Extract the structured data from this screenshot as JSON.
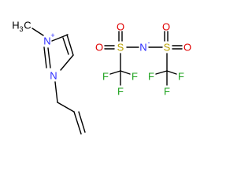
{
  "molecule": {
    "cation_label": "",
    "anion_label": ""
  },
  "atoms": {
    "methyl_h": "H",
    "methyl_h_sub": "3",
    "methyl_c": "C",
    "n_plus": "N",
    "n_plus_charge": "+",
    "n_ring": "N",
    "s_left": "S",
    "s_right": "S",
    "n_minus": "N",
    "n_minus_charge": "-",
    "o_left_top": "O",
    "o_left_side": "O",
    "o_right_top": "O",
    "o_right_side": "O",
    "f_l1": "F",
    "f_l2": "F",
    "f_l3": "F",
    "f_r1": "F",
    "f_r2": "F",
    "f_r3": "F"
  },
  "colors": {
    "nitrogen": "#2a2aff",
    "oxygen": "#e00000",
    "sulfur": "#b8a000",
    "fluorine": "#1fa31f",
    "carbon": "#000000"
  }
}
